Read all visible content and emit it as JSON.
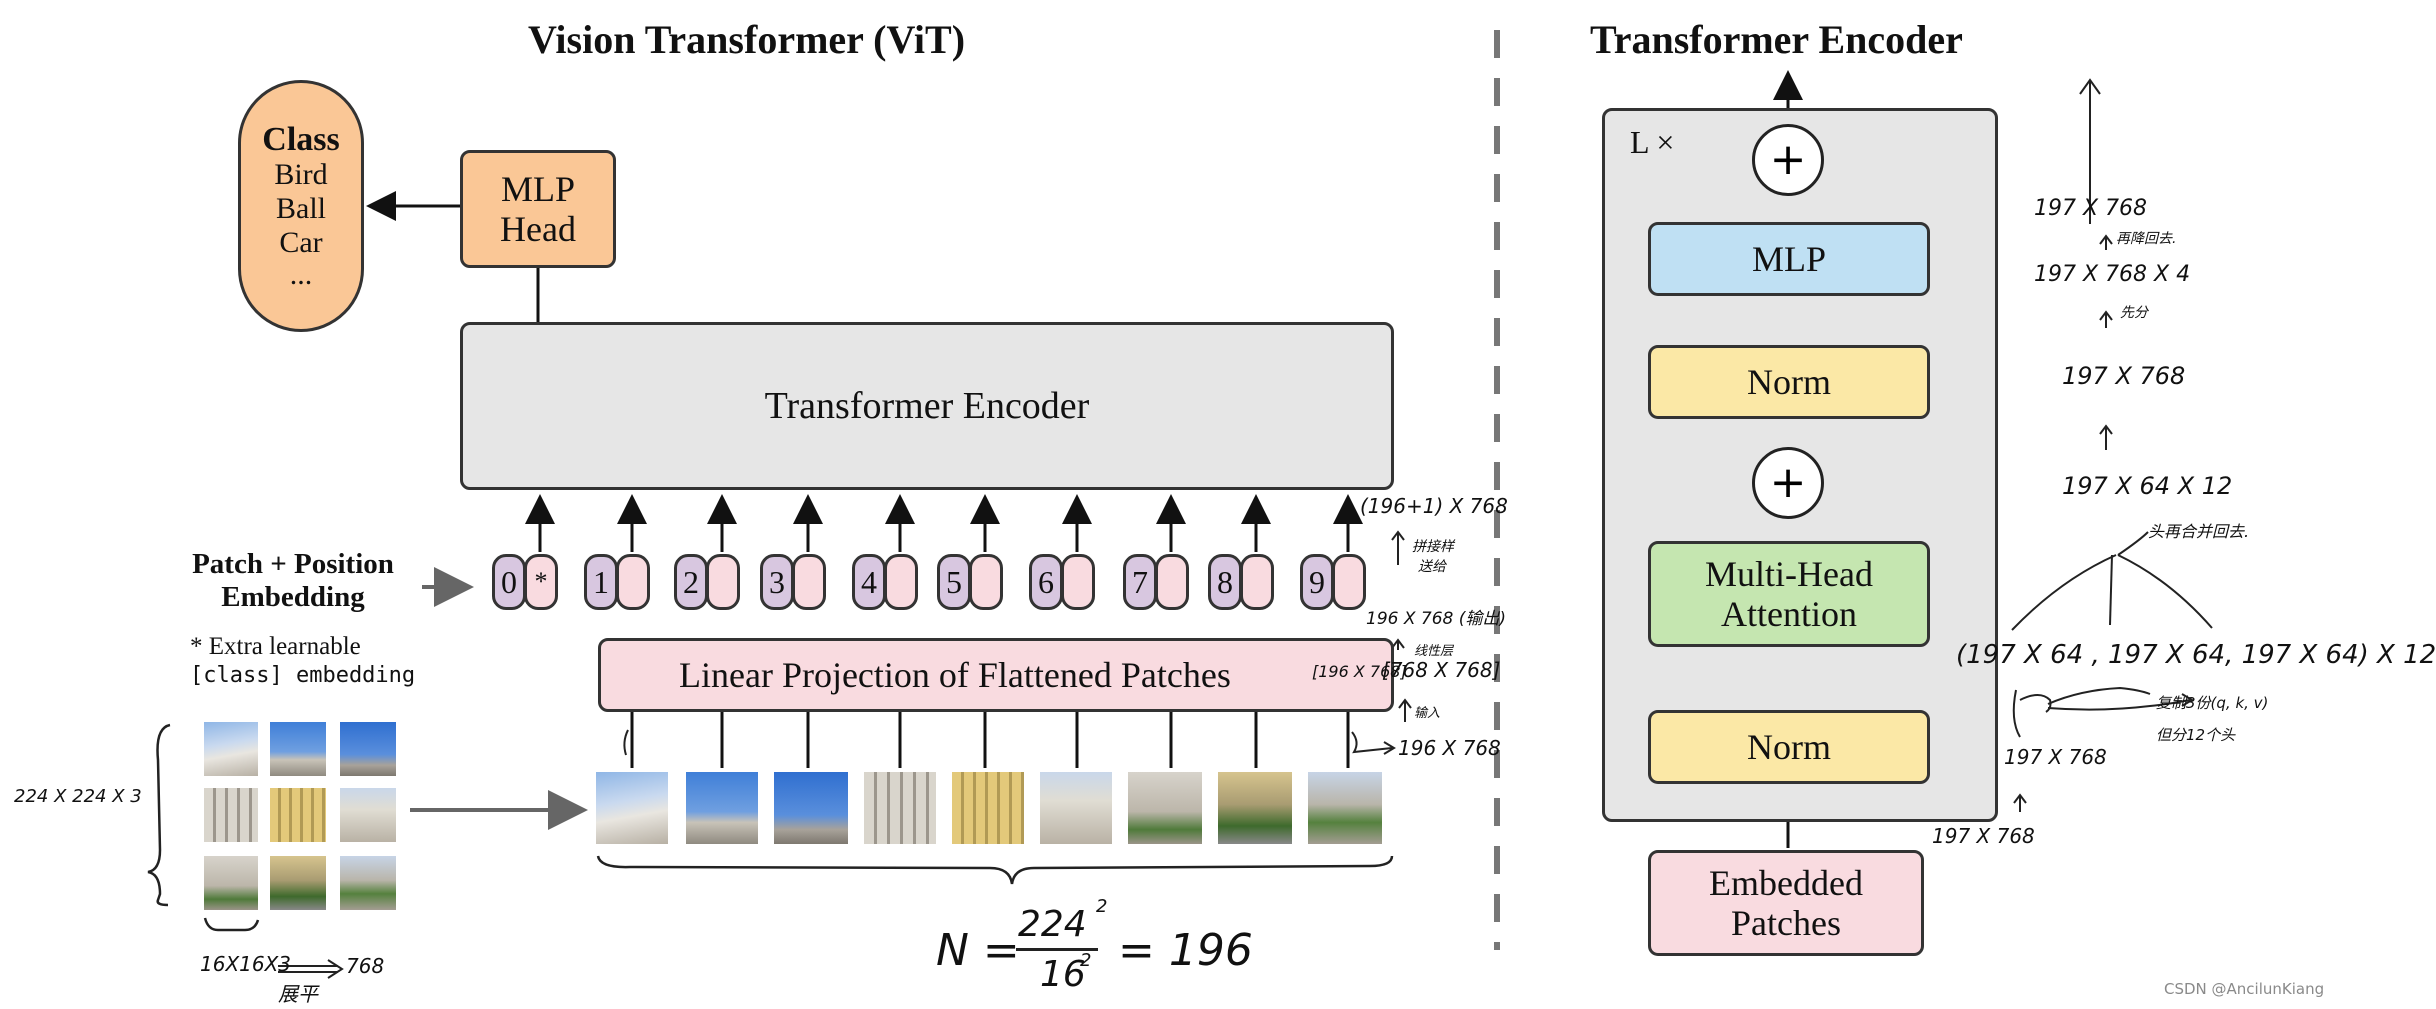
{
  "vit": {
    "title": "Vision Transformer (ViT)",
    "class_box": {
      "heading": "Class",
      "items": [
        "Bird",
        "Ball",
        "Car",
        "..."
      ]
    },
    "mlp_head": {
      "line1": "MLP",
      "line2": "Head"
    },
    "transformer_encoder": "Transformer Encoder",
    "patch_position": {
      "line1": "Patch + Position",
      "line2": "Embedding"
    },
    "extra_note": {
      "line1": "* Extra learnable",
      "line2": "[class] embedding"
    },
    "linear_projection": "Linear Projection of Flattened Patches",
    "tokens": [
      "0",
      "1",
      "2",
      "3",
      "4",
      "5",
      "6",
      "7",
      "8",
      "9"
    ],
    "class_token_mark": "*"
  },
  "encoder": {
    "title": "Transformer Encoder",
    "repeat_label": "L ×",
    "mlp": "MLP",
    "norm_top": "Norm",
    "attention": {
      "line1": "Multi-Head",
      "line2": "Attention"
    },
    "norm_bottom": "Norm",
    "embedded": {
      "line1": "Embedded",
      "line2": "Patches"
    },
    "plus": "+"
  },
  "annotations": {
    "n_formula": {
      "lhs": "N =",
      "num": "224",
      "den": "16",
      "exp": "2",
      "rhs": "= 196"
    },
    "img_size": "224 X 224 X 3",
    "patch_size": "16X16X3",
    "flatten_arrow": "768",
    "flatten_label": "展平",
    "proj_out": "(196+1) X 768",
    "concat": [
      "拼接样",
      "送给"
    ],
    "after_proj": "196 X 768 (输出)",
    "linear_layer": "线性层",
    "matrix_left": "[196 X 768]",
    "matrix_right": "[768 X 768]",
    "input_mark": "输入",
    "input_dim": "196 X 768",
    "enc_in": "197 X 768",
    "split_in": "197 X 768",
    "heads": "(197 X 64 , 197 X 64, 197 X 64) X 12",
    "copy_note": [
      "复制3份(q, k, v)",
      "但分12个头"
    ],
    "merge_note": "头再合并回去.",
    "merged": "197 X 64 X 12",
    "out1": "197 X 768",
    "expand_note": "先分",
    "expanded": "197 X 768 X 4",
    "back_note": "再降回去.",
    "final": "197 X 768"
  },
  "watermark": "CSDN @AncilunKiang"
}
